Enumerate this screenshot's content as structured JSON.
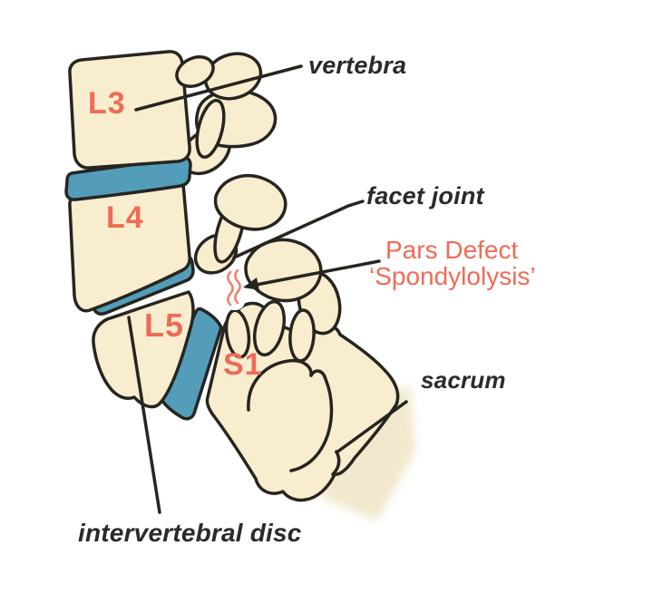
{
  "figure": {
    "title": "Lumbar spine lateral view with pars defect (spondylolysis)",
    "colors": {
      "bone": "#f9edcf",
      "boneLight": "#f2e8cd",
      "disc": "#539dbb",
      "outline": "#26251f",
      "accent": "#ee6b56",
      "ink": "#2b2a28",
      "bg": "#ffffff"
    },
    "vertebra_labels": {
      "l3": "L3",
      "l4": "L4",
      "l5": "L5",
      "s1": "S1"
    },
    "annotations": {
      "vertebra": "vertebra",
      "facet_joint": "facet joint",
      "pars_defect_line1": "Pars Defect",
      "pars_defect_line2": "‘Spondylolysis’",
      "sacrum": "sacrum",
      "intervertebral_disc": "intervertebral disc"
    }
  }
}
